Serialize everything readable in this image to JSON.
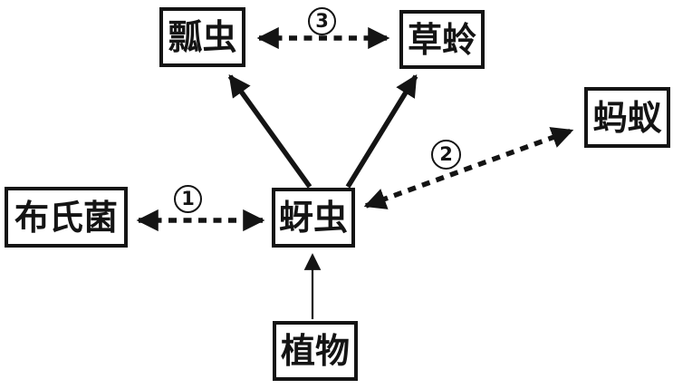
{
  "diagram": {
    "colors": {
      "background": "#ffffff",
      "line": "#141414",
      "box_background": "#ffffff"
    },
    "nodes": {
      "ladybug": {
        "label": "瓢虫"
      },
      "lacewing": {
        "label": "草蛉"
      },
      "ant": {
        "label": "蚂蚁"
      },
      "brucella": {
        "label": "布氏菌"
      },
      "aphid": {
        "label": "蚜虫"
      },
      "plant": {
        "label": "植物"
      }
    },
    "edge_labels": {
      "one": "1",
      "two": "2",
      "three": "3"
    },
    "edges": [
      {
        "from": "aphid",
        "to": "ladybug",
        "style": "solid-thick",
        "direction": "one-way"
      },
      {
        "from": "aphid",
        "to": "lacewing",
        "style": "solid-thick",
        "direction": "one-way"
      },
      {
        "from": "plant",
        "to": "aphid",
        "style": "solid-thin",
        "direction": "one-way"
      },
      {
        "from": "brucella",
        "to": "aphid",
        "style": "dashed-thick",
        "direction": "two-way",
        "label": "1"
      },
      {
        "from": "aphid",
        "to": "ant",
        "style": "dashed-thick",
        "direction": "two-way",
        "label": "2"
      },
      {
        "from": "ladybug",
        "to": "lacewing",
        "style": "dashed-thick",
        "direction": "two-way",
        "label": "3"
      }
    ]
  }
}
